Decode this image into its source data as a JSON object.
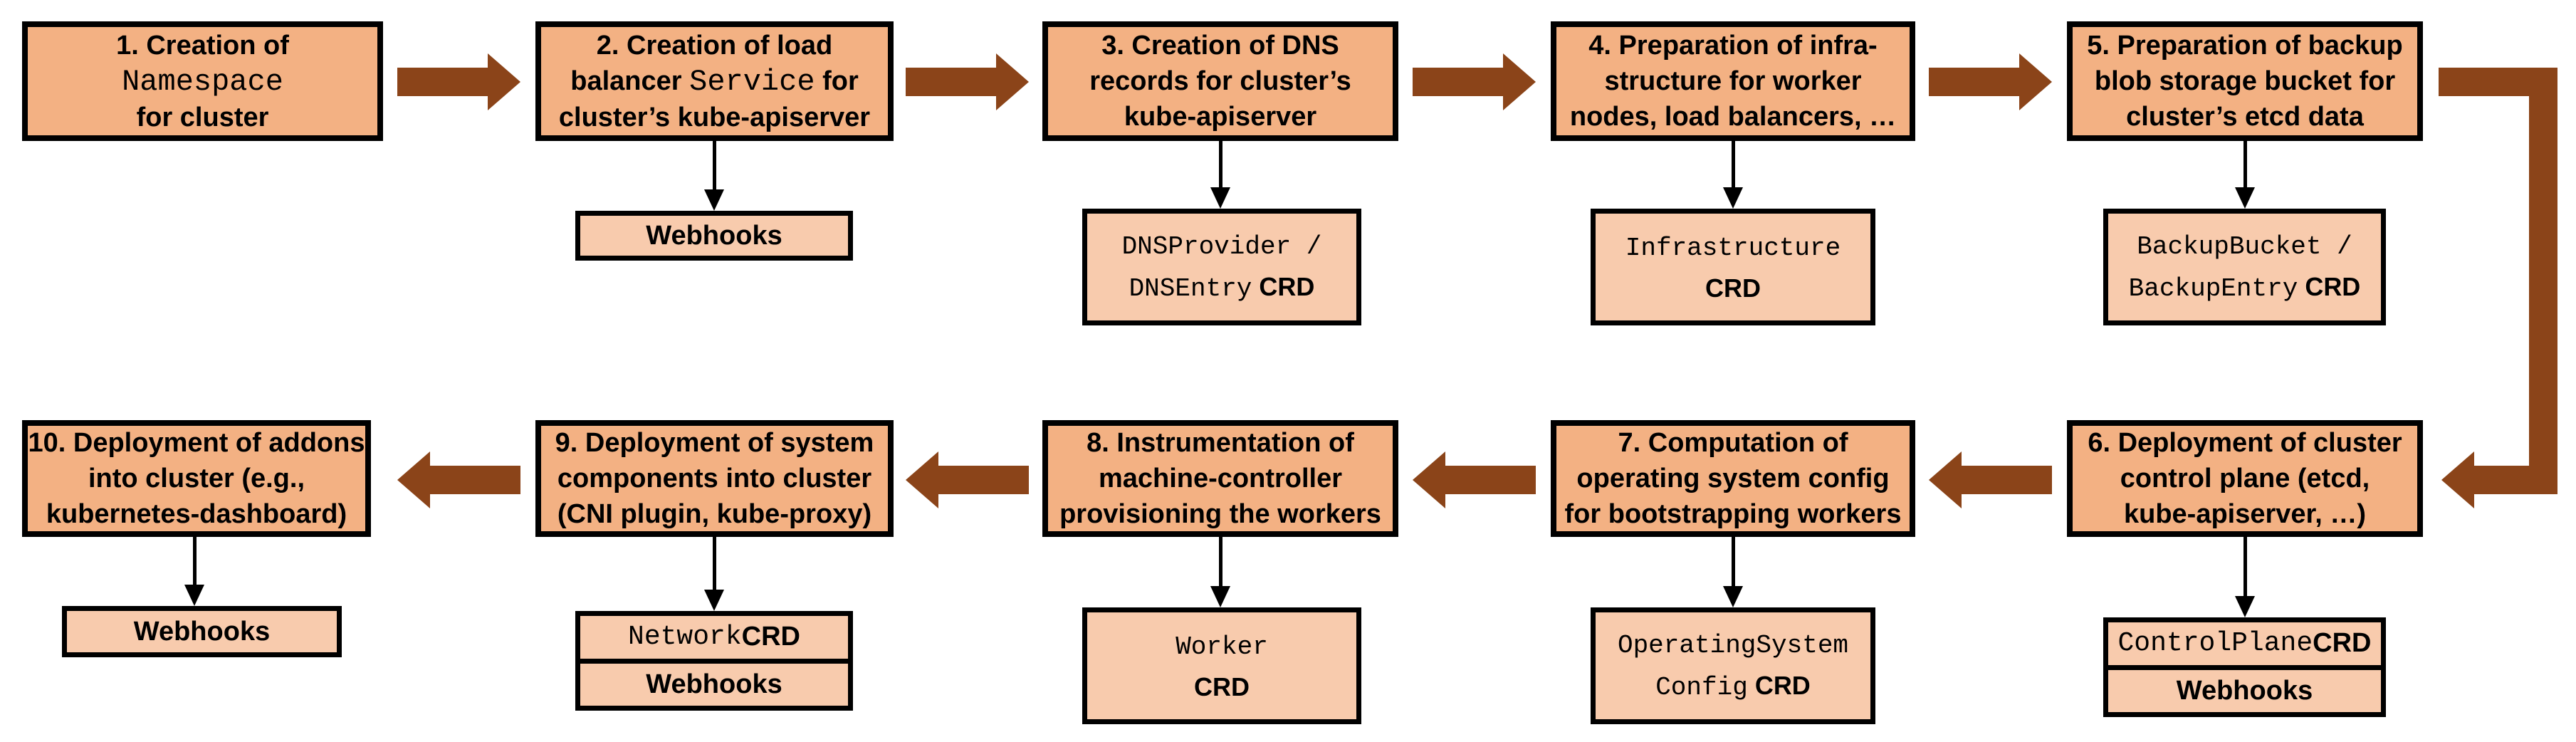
{
  "colors": {
    "box_fill": "#F3B183",
    "sub_fill": "#F8CBAD",
    "border": "#000000",
    "arrow": "#8B4419",
    "connector": "#000000",
    "background": "#FFFFFF"
  },
  "steps": [
    {
      "lines": [
        [
          "1. Creation of"
        ],
        [
          "Namespace"
        ],
        [
          "for cluster"
        ]
      ]
    },
    {
      "lines": [
        [
          "2. Creation of load"
        ],
        [
          "balancer ",
          "Service",
          " for"
        ],
        [
          "cluster’s kube-apiserver"
        ]
      ]
    },
    {
      "lines": [
        [
          "3. Creation of DNS"
        ],
        [
          "records for cluster’s"
        ],
        [
          "kube-apiserver"
        ]
      ]
    },
    {
      "lines": [
        [
          "4. Preparation of infra-"
        ],
        [
          "structure for worker"
        ],
        [
          "nodes, load balancers, …"
        ]
      ]
    },
    {
      "lines": [
        [
          "5. Preparation of backup"
        ],
        [
          "blob storage bucket for"
        ],
        [
          "cluster’s etcd data"
        ]
      ]
    },
    {
      "lines": [
        [
          "6. Deployment of cluster"
        ],
        [
          "control plane (etcd,"
        ],
        [
          "kube-apiserver, …)"
        ]
      ]
    },
    {
      "lines": [
        [
          "7. Computation of"
        ],
        [
          "operating system config"
        ],
        [
          "for bootstrapping workers"
        ]
      ]
    },
    {
      "lines": [
        [
          "8. Instrumentation of"
        ],
        [
          "machine-controller"
        ],
        [
          "provisioning the workers"
        ]
      ]
    },
    {
      "lines": [
        [
          "9. Deployment of system"
        ],
        [
          "components into cluster"
        ],
        [
          "(CNI plugin, kube-proxy)"
        ]
      ]
    },
    {
      "lines": [
        [
          "10. Deployment of addons"
        ],
        [
          "into cluster (e.g.,"
        ],
        [
          "kubernetes-dashboard)"
        ]
      ]
    }
  ],
  "artifacts": {
    "step2": {
      "rows": [
        {
          "lines": [
            [
              "Webhooks"
            ]
          ]
        }
      ]
    },
    "step3": {
      "rows": [
        {
          "lines": [
            [
              "DNSProvider /"
            ],
            [
              "DNSEntry",
              " CRD"
            ]
          ]
        }
      ]
    },
    "step4": {
      "rows": [
        {
          "lines": [
            [
              "Infrastructure"
            ],
            [
              "CRD"
            ]
          ]
        }
      ]
    },
    "step5": {
      "rows": [
        {
          "lines": [
            [
              "BackupBucket /"
            ],
            [
              "BackupEntry",
              " CRD"
            ]
          ]
        }
      ]
    },
    "step6": {
      "rows": [
        {
          "lines": [
            [
              "ControlPlane",
              " CRD"
            ]
          ]
        },
        {
          "lines": [
            [
              "Webhooks"
            ]
          ]
        }
      ]
    },
    "step7": {
      "rows": [
        {
          "lines": [
            [
              "OperatingSystem"
            ],
            [
              "Config",
              " CRD"
            ]
          ]
        }
      ]
    },
    "step8": {
      "rows": [
        {
          "lines": [
            [
              "Worker"
            ],
            [
              "CRD"
            ]
          ]
        }
      ]
    },
    "step9": {
      "rows": [
        {
          "lines": [
            [
              "Network",
              " CRD"
            ]
          ]
        },
        {
          "lines": [
            [
              "Webhooks"
            ]
          ]
        }
      ]
    },
    "step10": {
      "rows": [
        {
          "lines": [
            [
              "Webhooks"
            ]
          ]
        }
      ]
    }
  }
}
